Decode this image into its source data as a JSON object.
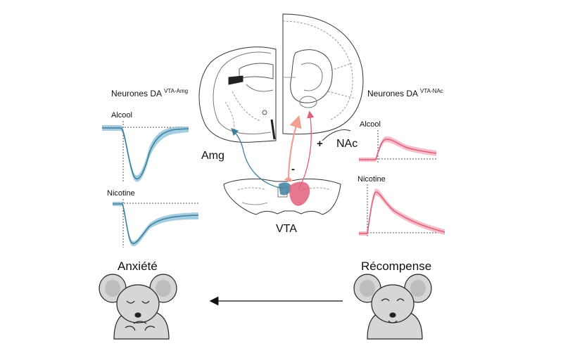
{
  "left_panel": {
    "title": "Neurones DA",
    "title_sup": "VTA-Amg",
    "traces": [
      {
        "label": "Alcool"
      },
      {
        "label": "Nicotine"
      }
    ]
  },
  "right_panel": {
    "title": "Neurones DA",
    "title_sup": "VTA-NAc",
    "traces": [
      {
        "label": "Alcool"
      },
      {
        "label": "Nicotine"
      }
    ]
  },
  "brain": {
    "amg_label": "Amg",
    "nac_label": "NAc",
    "vta_label": "VTA",
    "plus_sign": "+",
    "minus_sign": "-"
  },
  "outcomes": {
    "left": "Anxiété",
    "right": "Récompense"
  },
  "colors": {
    "blue": "#3f7f9f",
    "blue_band": "#8fc3d9",
    "pink": "#e0607a",
    "pink_band": "#f4b3c1",
    "salmon": "#f0a090",
    "mouse_fill": "#d6d6d6",
    "mouse_ear": "#bdbdbd"
  }
}
